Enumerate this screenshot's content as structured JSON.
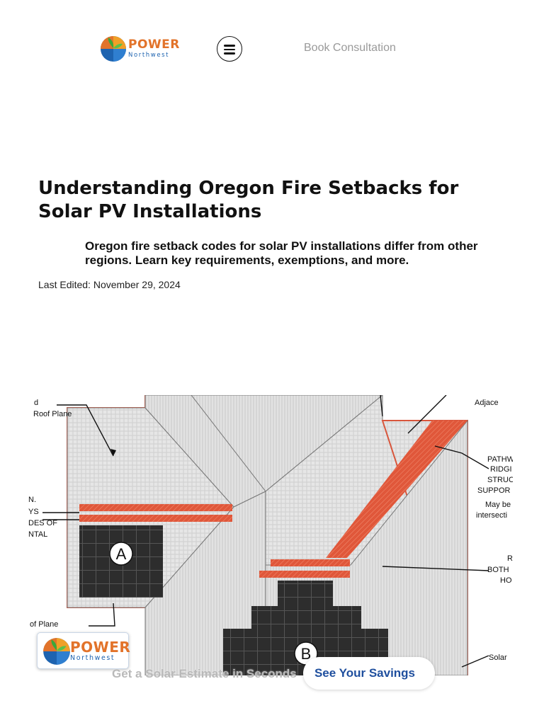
{
  "brand": {
    "name": "POWER",
    "tagline": "Northwest",
    "orange": "#e2732a",
    "blue": "#1d63b0",
    "green": "#3aa83a"
  },
  "header": {
    "menu_icon": "hamburger-menu-icon",
    "book_label": "Book Consultation"
  },
  "article": {
    "title": "Understanding Oregon Fire Setbacks for Solar PV Installations",
    "subtitle": "Oregon fire setback codes for solar PV installations differ from other regions. Learn key requirements, exemptions, and more.",
    "last_edited": "Last Edited: November 29, 2024"
  },
  "figure": {
    "labels": {
      "roof_plane_top": "Roof Plane",
      "roof_plane_top_partial": "d",
      "adjacent": "Adjace",
      "left_n": "N.",
      "left_ys": "YS",
      "left_des_of": "DES OF",
      "left_ntal": "NTAL",
      "of_plane": "of Plane",
      "pathw": "PATHW",
      "ridgi": "RIDGI",
      "struc": "STRUC",
      "suppor": "SUPPOR",
      "may_be": "May be",
      "intersecti": "intersecti",
      "r": "R",
      "both": "BOTH",
      "ho": "HO",
      "solar": "Solar",
      "array_a": "A",
      "array_b": "B"
    }
  },
  "cta": {
    "text": "Get a Solar Estimate in Seconds",
    "button": "See Your Savings"
  }
}
